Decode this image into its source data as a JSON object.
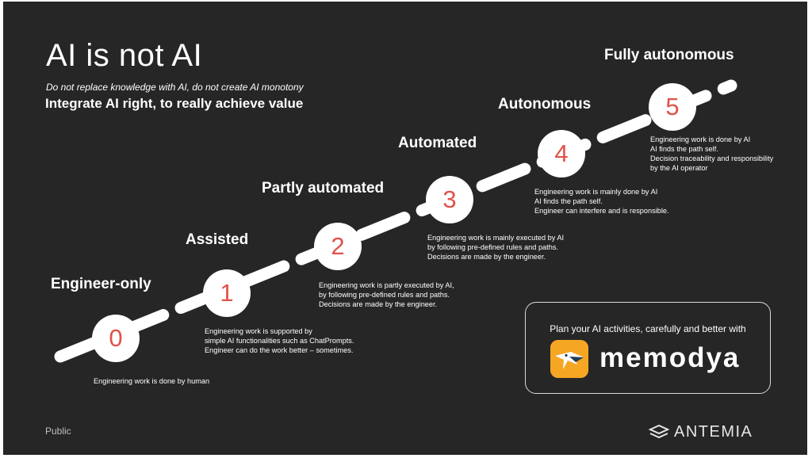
{
  "title": "AI is not AI",
  "subtitle_italic": "Do not replace knowledge with AI, do not create AI monotony",
  "subtitle_bold": "Integrate AI right, to really achieve value",
  "stages": [
    {
      "number": "0",
      "label": "Engineer-only",
      "description": [
        "Engineering work is done by human"
      ]
    },
    {
      "number": "1",
      "label": "Assisted",
      "description": [
        "Engineering work is supported by",
        "simple AI functionalities such as ChatPrompts.",
        "Engineer can do the work better – sometimes."
      ]
    },
    {
      "number": "2",
      "label": "Partly automated",
      "description": [
        "Engineering work is partly executed by AI,",
        "by following pre-defined rules and paths.",
        "Decisions are made by the engineer."
      ]
    },
    {
      "number": "3",
      "label": "Automated",
      "description": [
        "Engineering work is mainly executed by AI",
        "by following pre-defined rules and paths.",
        "Decisions are made by the engineer."
      ]
    },
    {
      "number": "4",
      "label": "Autonomous",
      "description": [
        "Engineering work is mainly done by AI",
        "AI finds the path self.",
        "Engineer can interfere and is responsible."
      ]
    },
    {
      "number": "5",
      "label": "Fully autonomous",
      "description": [
        "Engineering work is done by AI",
        "AI finds the path self.",
        "Decision traceability and responsibility",
        "by the AI operator"
      ]
    }
  ],
  "promo": {
    "text": "Plan your AI activities, carefully and better with",
    "brand": "memodya"
  },
  "footer": {
    "classification": "Public",
    "company": "ANTEMIA"
  },
  "colors": {
    "background": "#262626",
    "accent_number": "#e0524a",
    "brand_icon": "#f5a623"
  },
  "icons": {
    "brand_logo": "memodya-bird-logo-icon",
    "company_logo": "antemia-logo-icon"
  }
}
